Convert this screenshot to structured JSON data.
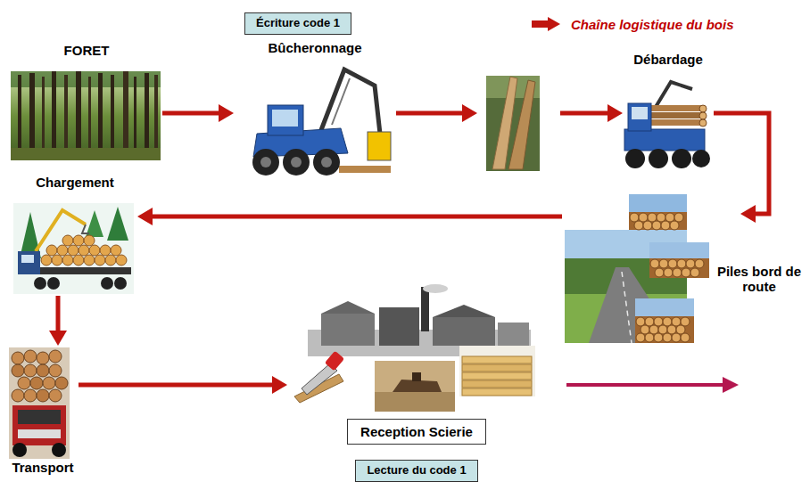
{
  "diagram": {
    "nodes": [
      {
        "text": [
          "FORET"
        ]
      },
      {
        "text": [
          "Écriture code 1"
        ]
      },
      {
        "text": [
          "Bûcheronnage"
        ]
      },
      {
        "text": [
          "Débardage"
        ]
      },
      {
        "text": [
          "Piles bord de route"
        ]
      },
      {
        "text": [
          "Chargement"
        ]
      },
      {
        "text": [
          "Transport"
        ]
      },
      {
        "text": [
          "Reception Scierie"
        ]
      },
      {
        "text": [
          "Lecture du code 1"
        ]
      }
    ],
    "edges": [
      {
        "from": 0,
        "to": 2,
        "arrow": "to"
      },
      {
        "from": 2,
        "to": 3,
        "arrow": "to"
      },
      {
        "from": 3,
        "to": 4,
        "arrow": "to"
      },
      {
        "from": 4,
        "to": 5,
        "arrow": "to"
      },
      {
        "from": 5,
        "to": 6,
        "arrow": "to"
      },
      {
        "from": 6,
        "to": 7,
        "arrow": "to"
      }
    ],
    "legend": [
      {
        "text": "Chaîne logistique du bois"
      }
    ]
  }
}
